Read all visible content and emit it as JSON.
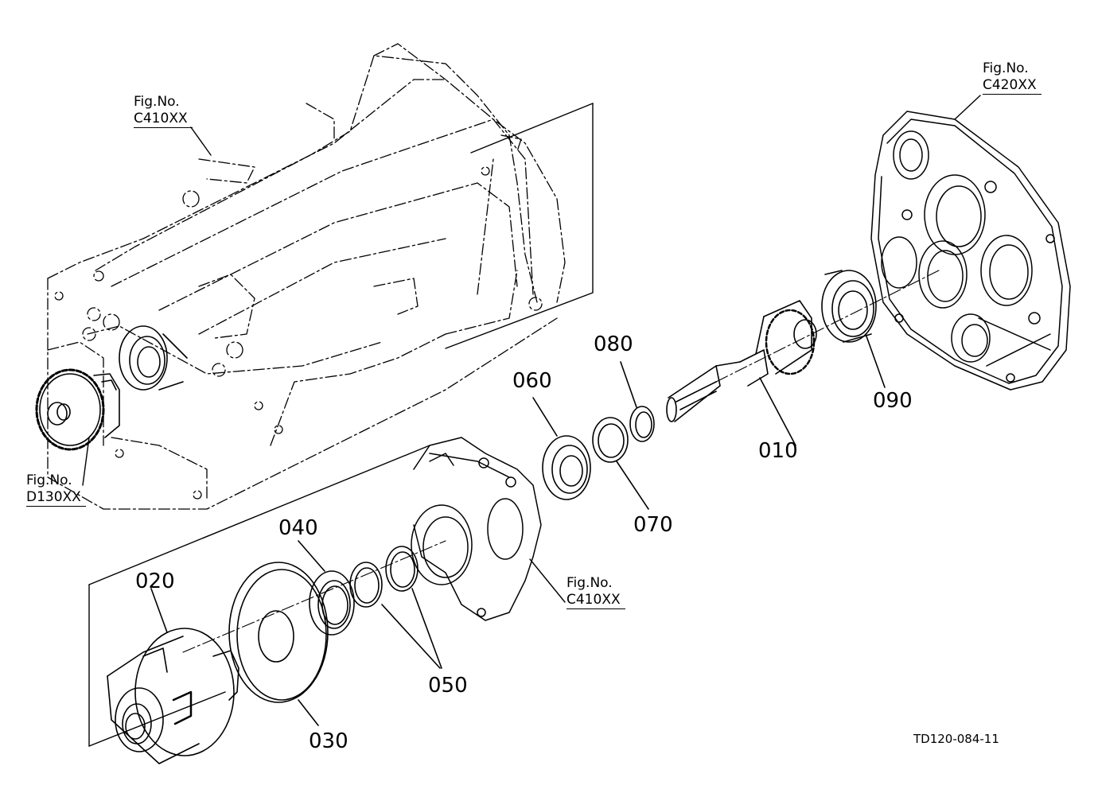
{
  "fig_refs": [
    {
      "id": "fig-c410xx-top",
      "label": "Fig.No.",
      "number": "C410XX"
    },
    {
      "id": "fig-c420xx",
      "label": "Fig.No.",
      "number": "C420XX"
    },
    {
      "id": "fig-d130xx",
      "label": "Fig.No.",
      "number": "D130XX"
    },
    {
      "id": "fig-c410xx-mid",
      "label": "Fig.No.",
      "number": "C410XX"
    }
  ],
  "part_labels": {
    "p010": "010",
    "p020": "020",
    "p030": "030",
    "p040": "040",
    "p050": "050",
    "p060": "060",
    "p070": "070",
    "p080": "080",
    "p090": "090"
  },
  "drawing_code": "TD120-084-11"
}
